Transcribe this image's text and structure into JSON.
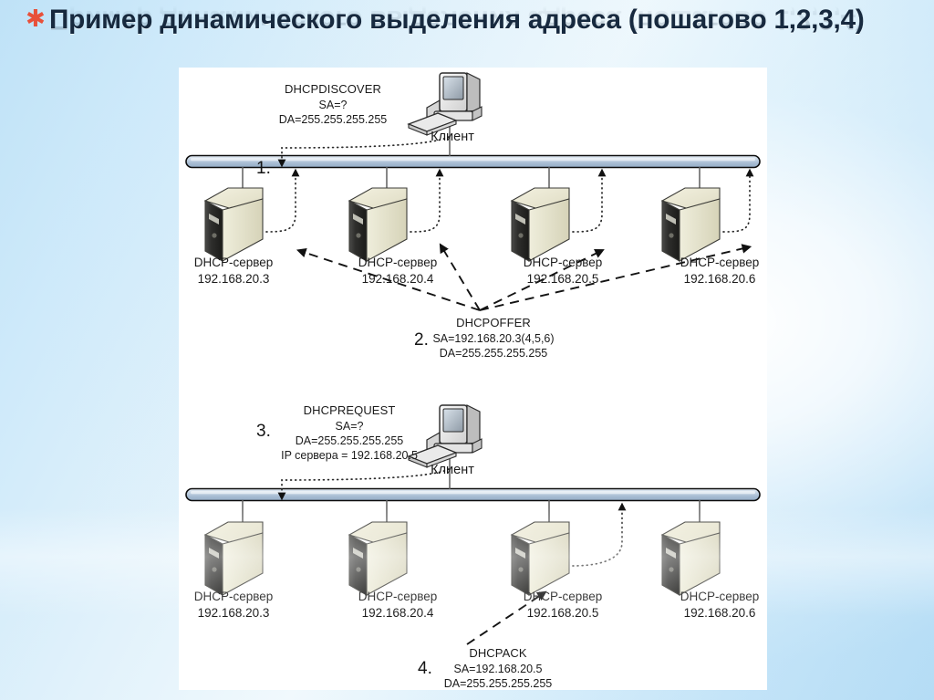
{
  "slide": {
    "bullet_icon": "asterisk-icon",
    "title": "Пример динамического выделения адреса (пошагово 1,2,3,4)",
    "background_top_color": "#bfe2f7",
    "background_mid_color": "#f1f9fd",
    "panel_color": "#ffffff"
  },
  "diagram": {
    "bus_color": "#b9cade",
    "server_icon": "server-tower-icon",
    "client_icon": "desktop-computer-icon",
    "segments": [
      {
        "id": "segment-top",
        "client": {
          "label": "Клиент"
        },
        "servers": [
          {
            "name": "DHCP-сервер",
            "ip": "192.168.20.3"
          },
          {
            "name": "DHCP-сервер",
            "ip": "192.168.20.4"
          },
          {
            "name": "DHCP-сервер",
            "ip": "192.168.20.5"
          },
          {
            "name": "DHCP-сервер",
            "ip": "192.168.20.6"
          }
        ],
        "messages": [
          {
            "step": "1.",
            "title": "DHCPDISCOVER",
            "lines": [
              "SA=?",
              "DA=255.255.255.255"
            ]
          },
          {
            "step": "2.",
            "title": "DHCPOFFER",
            "lines": [
              "SA=192.168.20.3(4,5,6)",
              "DA=255.255.255.255"
            ]
          }
        ]
      },
      {
        "id": "segment-bottom",
        "client": {
          "label": "Клиент"
        },
        "servers": [
          {
            "name": "DHCP-сервер",
            "ip": "192.168.20.3"
          },
          {
            "name": "DHCP-сервер",
            "ip": "192.168.20.4"
          },
          {
            "name": "DHCP-сервер",
            "ip": "192.168.20.5"
          },
          {
            "name": "DHCP-сервер",
            "ip": "192.168.20.6"
          }
        ],
        "messages": [
          {
            "step": "3.",
            "title": "DHCPREQUEST",
            "lines": [
              "SA=?",
              "DA=255.255.255.255",
              "IP сервера = 192.168.20.5"
            ]
          },
          {
            "step": "4.",
            "title": "DHCPACK",
            "lines": [
              "SA=192.168.20.5",
              "DA=255.255.255.255"
            ]
          }
        ]
      }
    ]
  }
}
